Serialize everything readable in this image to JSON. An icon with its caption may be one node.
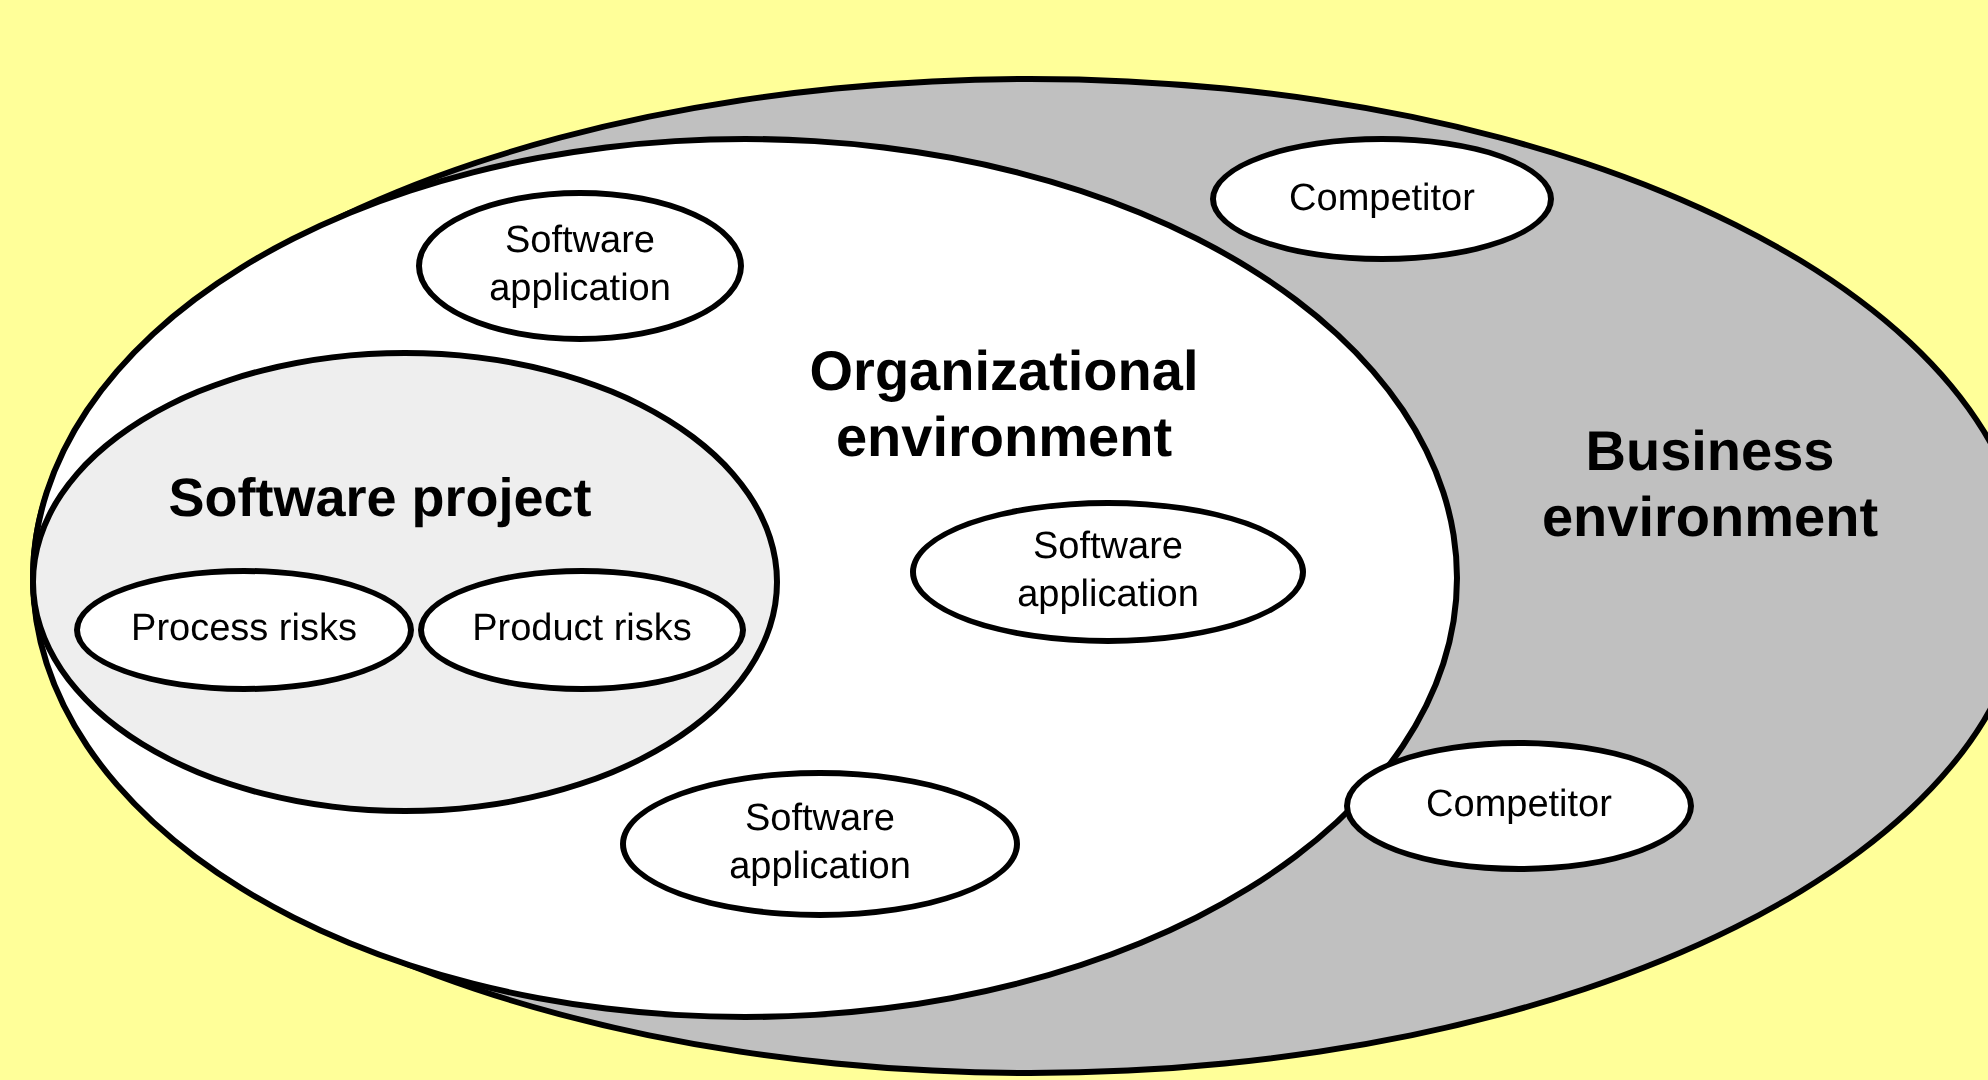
{
  "diagram": {
    "nodes": [
      {
        "text": [
          "Business environment"
        ]
      },
      {
        "text": [
          "Competitor"
        ],
        "in": 0
      },
      {
        "text": [
          "Organizational environment"
        ],
        "in": 0
      },
      {
        "text": [
          "Software application"
        ],
        "in": 2
      },
      {
        "text": [
          "Software project"
        ],
        "in": 2
      },
      {
        "text": [
          "Process risks"
        ],
        "in": 4
      },
      {
        "text": [
          "Product risks"
        ],
        "in": 4
      },
      {
        "text": [
          "Software application"
        ],
        "in": 2
      },
      {
        "text": [
          "Software application"
        ],
        "in": 2
      },
      {
        "text": [
          "Competitor"
        ],
        "in": 0
      }
    ],
    "edges": []
  }
}
